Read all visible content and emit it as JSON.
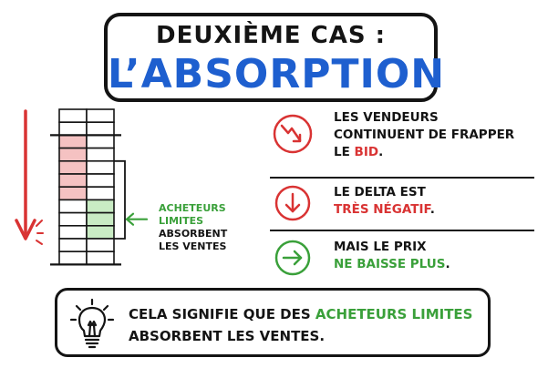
{
  "title": {
    "top": "DEUXIÈME CAS :",
    "main": "L’ABSORPTION"
  },
  "side_label": {
    "line1": "ACHETEURS",
    "line2": "LIMITES",
    "line3": "ABSORBENT",
    "line4": "LES VENTES"
  },
  "points": [
    {
      "icon": "downtrend-icon",
      "line1": "LES VENDEURS",
      "line2": "CONTINUENT DE FRAPPER",
      "line3_plain": "LE ",
      "line3_highlight": "BID",
      "line3_end": "."
    },
    {
      "icon": "down-arrow-icon",
      "line1": "LE DELTA EST",
      "line2_highlight": "TRÈS NÉGATIF",
      "line2_end": "."
    },
    {
      "icon": "right-arrow-icon",
      "line1": "MAIS LE PRIX",
      "line2_highlight": "NE BAISSE PLUS",
      "line2_end": "."
    }
  ],
  "conclusion": {
    "plain1": "CELA SIGNIFIE QUE DES ",
    "highlight": "ACHETEURS LIMITES",
    "line2": "ABSORBENT LES VENTES."
  },
  "colors": {
    "blue": "#1e5fcf",
    "red": "#d93333",
    "green": "#3aa03a",
    "pink_cell": "#f5c2c2",
    "green_cell": "#c9ecc4",
    "ink": "#141414"
  },
  "ladder_rows": [
    {
      "left": "empty",
      "right": "empty"
    },
    {
      "left": "empty",
      "right": "empty"
    },
    {
      "left": "red",
      "right": "empty"
    },
    {
      "left": "red",
      "right": "empty"
    },
    {
      "left": "red",
      "right": "empty"
    },
    {
      "left": "red",
      "right": "empty"
    },
    {
      "left": "red",
      "right": "empty"
    },
    {
      "left": "empty",
      "right": "green"
    },
    {
      "left": "empty",
      "right": "green"
    },
    {
      "left": "empty",
      "right": "green"
    },
    {
      "left": "empty",
      "right": "empty"
    },
    {
      "left": "empty",
      "right": "empty"
    }
  ]
}
